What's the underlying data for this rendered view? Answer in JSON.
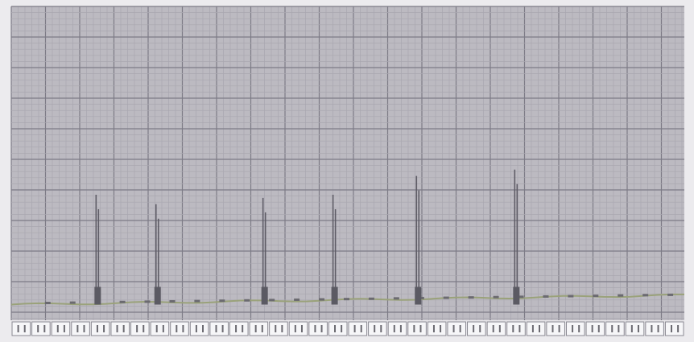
{
  "chart_data": {
    "type": "line",
    "title": "",
    "xlabel": "",
    "ylabel": "",
    "grid": true,
    "legend": "none",
    "tick_label_count": 34,
    "baseline_level": 0.06,
    "spikes": [
      {
        "x": 0.126,
        "height": 0.34
      },
      {
        "x": 0.215,
        "height": 0.31
      },
      {
        "x": 0.374,
        "height": 0.33
      },
      {
        "x": 0.478,
        "height": 0.34
      },
      {
        "x": 0.602,
        "height": 0.4
      },
      {
        "x": 0.748,
        "height": 0.42
      }
    ],
    "colors": {
      "background": "#bcbac1",
      "grid_minor": "#a9a7b0",
      "grid_major": "#7d7b86",
      "trace": "#9aa27a",
      "spike": "#5e5c66"
    }
  }
}
